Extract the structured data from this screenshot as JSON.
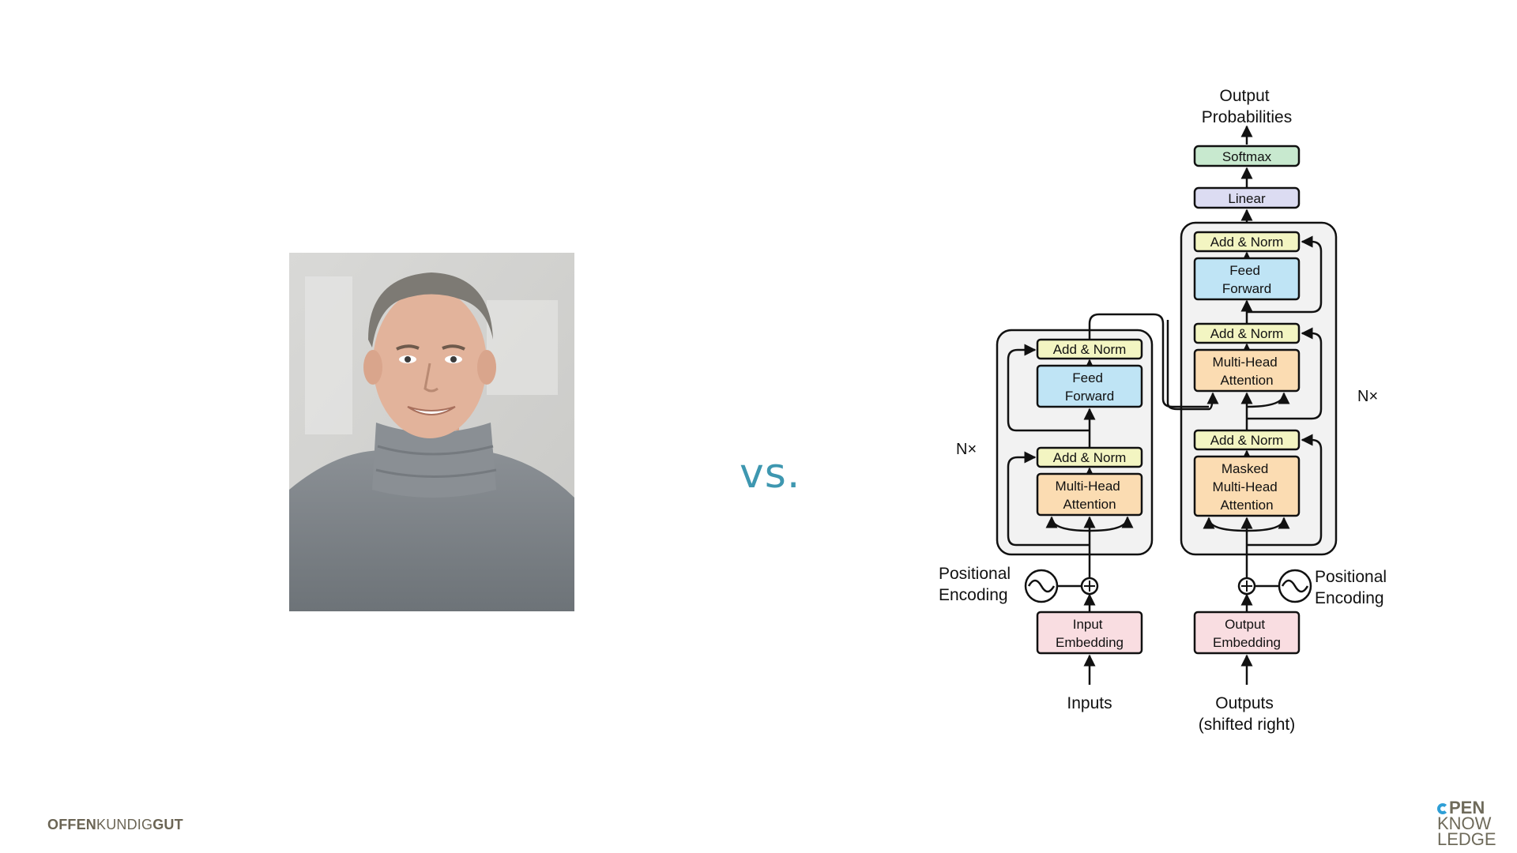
{
  "slide": {
    "vs_label": "vs.",
    "footer_left": {
      "part1": "OFFEN",
      "part2": "KUNDIG",
      "part3": "GUT"
    },
    "logo_right": {
      "line1": "PEN",
      "line2": "KNOW",
      "line3": "LEDGE"
    }
  },
  "photo": {
    "alt": "Portrait photo of a man in a grey turtleneck"
  },
  "diagram": {
    "output_probabilities": [
      "Output",
      "Probabilities"
    ],
    "softmax": "Softmax",
    "linear": "Linear",
    "add_norm": "Add & Norm",
    "feed_forward": [
      "Feed",
      "Forward"
    ],
    "multi_head_attention": [
      "Multi-Head",
      "Attention"
    ],
    "masked_multi_head_attention": [
      "Masked",
      "Multi-Head",
      "Attention"
    ],
    "nx": "N×",
    "positional_encoding": [
      "Positional",
      "Encoding"
    ],
    "input_embedding": [
      "Input",
      "Embedding"
    ],
    "output_embedding": [
      "Output",
      "Embedding"
    ],
    "inputs": "Inputs",
    "outputs": [
      "Outputs",
      "(shifted right)"
    ]
  },
  "colors": {
    "accent_vs": "#3e97b0",
    "add_norm_fill": "#f3f5c2",
    "feed_forward_fill": "#bfe4f5",
    "attention_fill": "#fbdcb2",
    "embedding_fill": "#f9dde1",
    "softmax_fill": "#c8e9cf",
    "linear_fill": "#dcdcf2",
    "block_fill": "#f2f2f2"
  }
}
